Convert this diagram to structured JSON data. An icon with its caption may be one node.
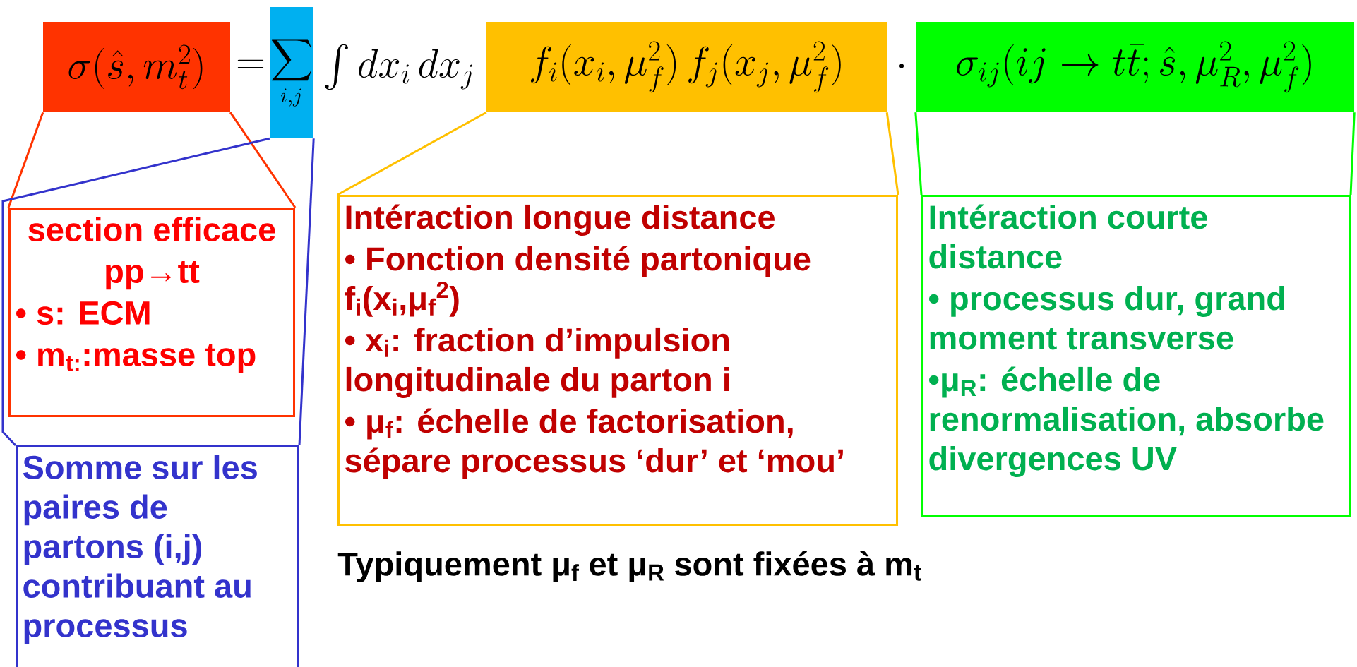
{
  "diagram": {
    "nodes": [
      {
        "text": [
          "\\sigma(\\hat{s},m_t^2)"
        ]
      },
      {
        "text": [
          "\\sum_{i,j}"
        ]
      },
      {
        "text": [
          "f_i(x_i,\\mu_f^2)\\,f_j(x_j,\\mu_f^2)"
        ]
      },
      {
        "text": [
          "\\sigma_{ij}(ij\\rightarrow t\\bar{t};\\hat{s},\\mu_R^2,\\mu_f^2)"
        ]
      },
      {
        "text": [
          "section efficace",
          "pp→tt",
          "• s: ECM",
          "• m$_{t:}$:masse top"
        ]
      },
      {
        "text": [
          "Somme sur les paires de partons (i,j) contribuant au processus"
        ]
      },
      {
        "text": [
          "Intéraction longue distance",
          "• Fonction densité partonique f$_{i}$(x$_{i}$,μ$_{f}$$^{2}$)",
          "• x$_{i}$: fraction d’impulsion longitudinale du parton i",
          "• μ$_{f}$: échelle de factorisation, sépare processus ‘dur’ et ‘mou’"
        ]
      },
      {
        "text": [
          "Intéraction courte distance",
          "• processus dur, grand moment transverse",
          "•μ$_{R}$: échelle de renormalisation, absorbe divergences UV"
        ]
      }
    ],
    "edges": [
      {
        "from": 0,
        "to": 4,
        "arrow": "none",
        "color": "#ff3300"
      },
      {
        "from": 0,
        "to": 4,
        "arrow": "none",
        "color": "#ff3300"
      },
      {
        "from": 1,
        "to": 5,
        "arrow": "none",
        "color": "#3333cc"
      },
      {
        "from": 1,
        "to": 5,
        "arrow": "none",
        "color": "#3333cc"
      },
      {
        "from": 2,
        "to": 6,
        "arrow": "none",
        "color": "#ffc000"
      },
      {
        "from": 2,
        "to": 6,
        "arrow": "none",
        "color": "#ffc000"
      },
      {
        "from": 3,
        "to": 7,
        "arrow": "none",
        "color": "#00ff00"
      },
      {
        "from": 3,
        "to": 7,
        "arrow": "none",
        "color": "#00ff00"
      }
    ],
    "labels": [
      "=",
      "\\int dx_i\\,dx_j",
      "\\cdot",
      "Typiquement μ$_{f}$ et μ$_{R}$ sont fixées à m$_{t}$"
    ]
  }
}
